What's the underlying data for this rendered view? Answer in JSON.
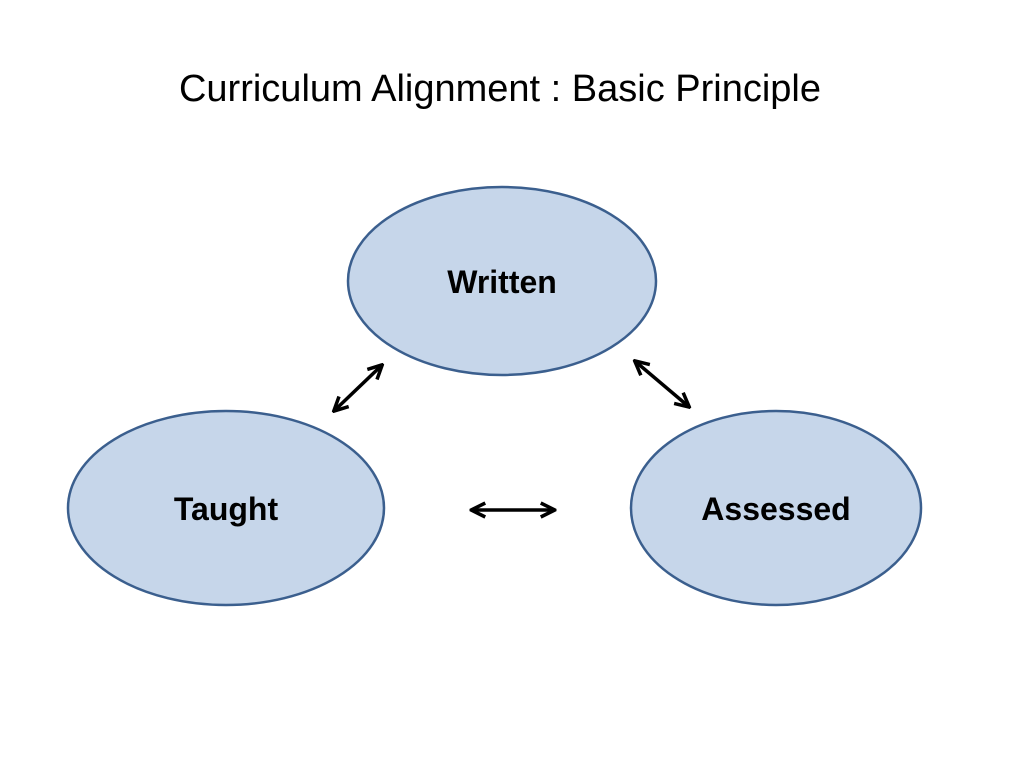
{
  "slide": {
    "title": "Curriculum Alignment : Basic Principle",
    "nodes": {
      "written": "Written",
      "taught": "Taught",
      "assessed": "Assessed"
    },
    "colors": {
      "node_fill": "#c6d6ea",
      "node_stroke": "#3b5f8e",
      "arrow": "#000000"
    }
  }
}
